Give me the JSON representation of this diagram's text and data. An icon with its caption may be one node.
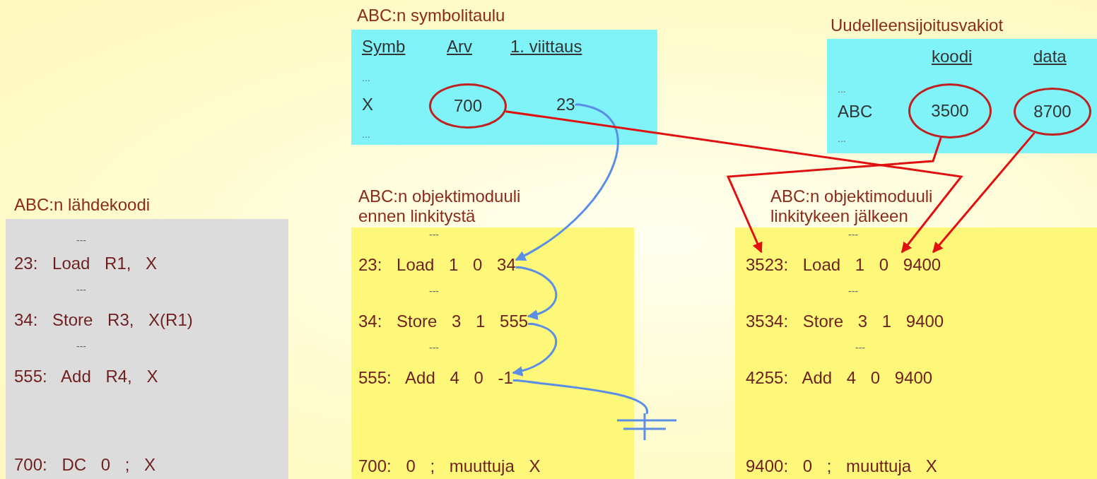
{
  "diagram": {
    "nodes": [
      {
        "text": [
          "ABC:n lähdekoodi",
          "---",
          "23: Load R1, X",
          "---",
          "34: Store R3, X(R1)",
          "---",
          "555: Add R4, X",
          "700: DC 0 ; X"
        ]
      },
      {
        "text": [
          "ABC:n symbolitaulu",
          "Symb",
          "Arv",
          "1. viittaus",
          "...",
          "X",
          "..."
        ]
      },
      {
        "text": [
          "700"
        ],
        "in": 1
      },
      {
        "text": [
          "23"
        ],
        "in": 1
      },
      {
        "text": [
          "Uudelleensijoitusvakiot",
          "koodi",
          "data",
          "...",
          "ABC",
          "..."
        ]
      },
      {
        "text": [
          "3500"
        ],
        "in": 4
      },
      {
        "text": [
          "8700"
        ],
        "in": 4
      },
      {
        "text": [
          "ABC:n objektimoduuli ennen linkitystä",
          "---",
          "---",
          "---"
        ]
      },
      {
        "text": [
          "23: Load 1 0 34"
        ],
        "in": 7
      },
      {
        "text": [
          "34: Store 3 1 555"
        ],
        "in": 7
      },
      {
        "text": [
          "555: Add 4 0 -1"
        ],
        "in": 7
      },
      {
        "text": [
          "700: 0 ; muuttuja X"
        ],
        "in": 7
      },
      {
        "text": [],
        "shape": "ground"
      },
      {
        "text": [
          "ABC:n objektimoduuli linkitykeen jälkeen",
          "---",
          "---",
          "---"
        ]
      },
      {
        "text": [
          "3523: Load 1 0 9400"
        ],
        "in": 13
      },
      {
        "text": [
          "3534: Store 3 1 9400"
        ],
        "in": 13
      },
      {
        "text": [
          "4255: Add 4 0 9400"
        ],
        "in": 13
      },
      {
        "text": [
          "9400: 0 ; muuttuja X"
        ],
        "in": 13
      }
    ],
    "edges": [
      {
        "from": 3,
        "to": 8,
        "arrow": "to"
      },
      {
        "from": 8,
        "to": 9,
        "arrow": "to"
      },
      {
        "from": 9,
        "to": 10,
        "arrow": "to"
      },
      {
        "from": 10,
        "to": 12,
        "arrow": "none"
      },
      {
        "from": 2,
        "to": 14,
        "arrow": "to",
        "color": "#e01010"
      },
      {
        "from": 5,
        "to": 14,
        "arrow": "to",
        "color": "#e01010"
      },
      {
        "from": 6,
        "to": 14,
        "arrow": "to",
        "color": "#e01010"
      }
    ]
  }
}
